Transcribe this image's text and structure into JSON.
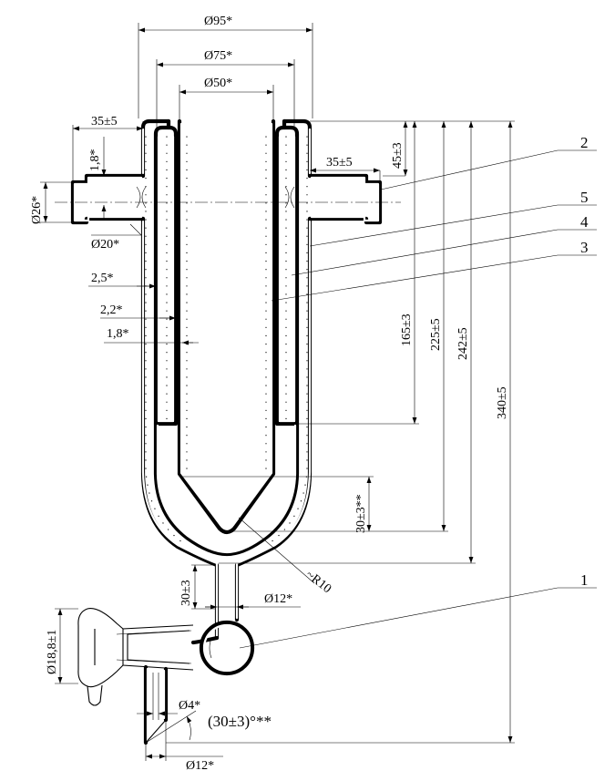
{
  "dimensions": {
    "d95": "Ø95*",
    "d75": "Ø75*",
    "d50": "Ø50*",
    "left_35": "35±5",
    "right_35": "35±5",
    "h45": "45±3",
    "t18a": "1,8*",
    "d26": "Ø26*",
    "d20": "Ø20*",
    "t25": "2,5*",
    "t22": "2,2*",
    "t18b": "1,8*",
    "h165": "165±3",
    "h225": "225±5",
    "h242": "242±5",
    "h340": "340±5",
    "h30b": "30±3**",
    "r10": "~R10",
    "h30a": "30±3",
    "d12a": "Ø12*",
    "d188": "Ø18,8±1",
    "d4": "Ø4*",
    "angle": "(30±3)°**",
    "d12b": "Ø12*"
  },
  "leaders": {
    "n2": "2",
    "n5": "5",
    "n4": "4",
    "n3": "3",
    "n1": "1"
  }
}
